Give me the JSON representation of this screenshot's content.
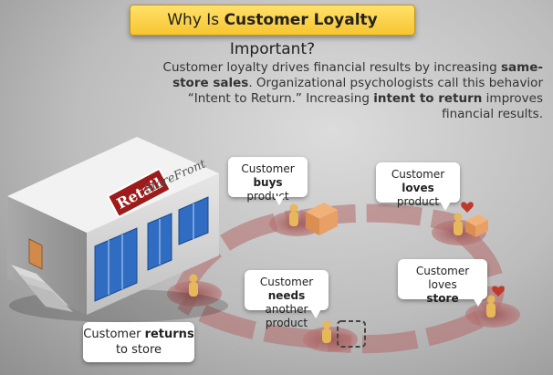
{
  "title": {
    "prefix": "Why Is ",
    "bold": "Customer Loyalty",
    "suffix": " Important?"
  },
  "intro": {
    "p1": "Customer loyalty drives financial results by increasing ",
    "b1": "same-store sales",
    "p2": ". Organizational psychologists call this behavior “Intent to Return.” Increasing ",
    "b2": "intent to return",
    "p3": " improves financial results."
  },
  "store": {
    "sign": "Retail",
    "name": "StoreFront"
  },
  "steps": {
    "buys": {
      "pre": "Customer ",
      "bold": "buys",
      "post": "product"
    },
    "loves_product": {
      "pre": "Customer ",
      "bold": "loves",
      "post": "product"
    },
    "loves_store": {
      "pre": "Customer loves",
      "bold": "store",
      "post": ""
    },
    "needs": {
      "pre": "Customer ",
      "bold": "needs",
      "post": "another product"
    },
    "returns": {
      "pre": "Customer ",
      "bold": "returns",
      "post": "to store"
    }
  },
  "colors": {
    "accent": "#f7c531",
    "ring": "#b36a6a",
    "sign": "#9e1b1b",
    "figure": "#e7b85a",
    "heart": "#c0392b"
  }
}
